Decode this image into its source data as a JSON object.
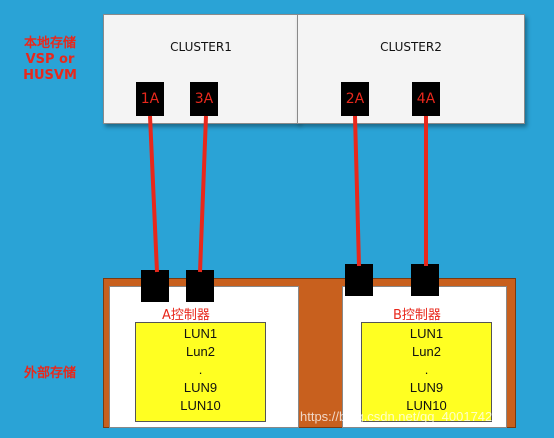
{
  "labels": {
    "local_storage": "本地存储\nVSP or\nHUSVM",
    "external_storage": "外部存储"
  },
  "clusters": [
    {
      "name": "CLUSTER1",
      "ports": [
        "1A",
        "3A"
      ]
    },
    {
      "name": "CLUSTER2",
      "ports": [
        "2A",
        "4A"
      ]
    }
  ],
  "controllers": [
    {
      "name": "A控制器",
      "luns": [
        "LUN1",
        "Lun2",
        ".",
        "LUN9",
        "LUN10"
      ]
    },
    {
      "name": "B控制器",
      "luns": [
        "LUN1",
        "Lun2",
        ".",
        "LUN9",
        "LUN10"
      ]
    }
  ],
  "watermark": "https://blog.csdn.net/qq_40017427",
  "colors": {
    "background": "#2aa3d6",
    "link_line": "#e8281c",
    "port_text": "#e8281c",
    "lun_fill": "#ffff22",
    "external_frame": "#c8601e"
  }
}
